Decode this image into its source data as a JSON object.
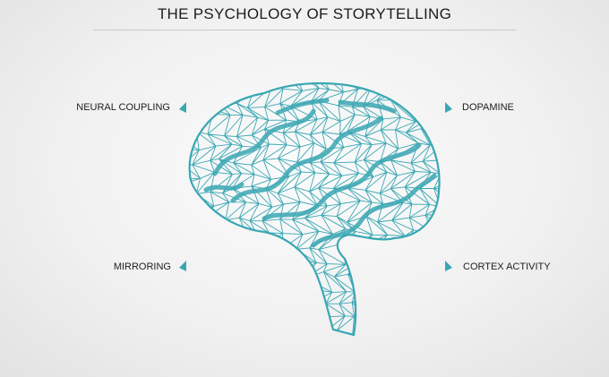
{
  "title": "THE PSYCHOLOGY OF STORYTELLING",
  "labels": {
    "neural_coupling": "NEURAL COUPLING",
    "dopamine": "DOPAMINE",
    "mirroring": "MIRRORING",
    "cortex_activity": "CORTEX ACTIVITY"
  },
  "colors": {
    "accent": "#3aa7b3",
    "text": "#1e1e1e"
  },
  "icons": {
    "brain": "brain-wireframe-icon",
    "pointer": "triangle-pointer-icon"
  }
}
